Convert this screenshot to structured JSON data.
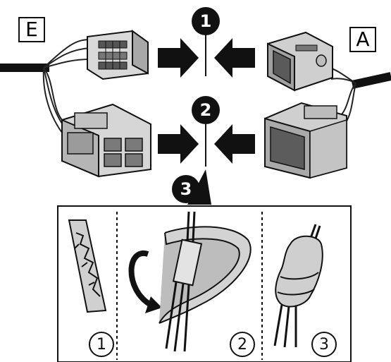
{
  "labels": {
    "left_connector": "E",
    "right_connector": "A"
  },
  "steps": {
    "step1": "1",
    "step2": "2",
    "step3": "3"
  },
  "detail_panel": {
    "sub1": "1",
    "sub2": "2",
    "sub3": "3"
  }
}
